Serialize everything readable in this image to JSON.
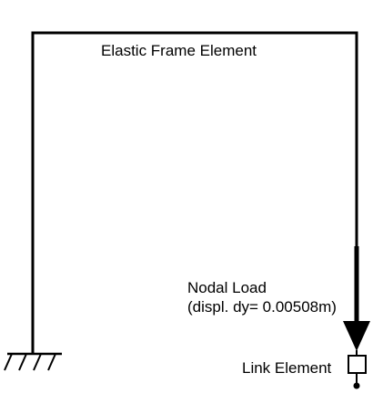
{
  "diagram": {
    "frame_label": "Elastic Frame Element",
    "load_label_line1": "Nodal Load",
    "load_label_line2": "(displ. dy= 0.00508m)",
    "link_label": "Link Element"
  },
  "colors": {
    "stroke": "#000000",
    "background": "#ffffff"
  },
  "icons": {
    "fixed_support": "fixed-support-hatch-icon",
    "load_arrow": "arrow-down-icon",
    "link_box": "square-link-icon",
    "pin_node": "pin-node-icon"
  }
}
